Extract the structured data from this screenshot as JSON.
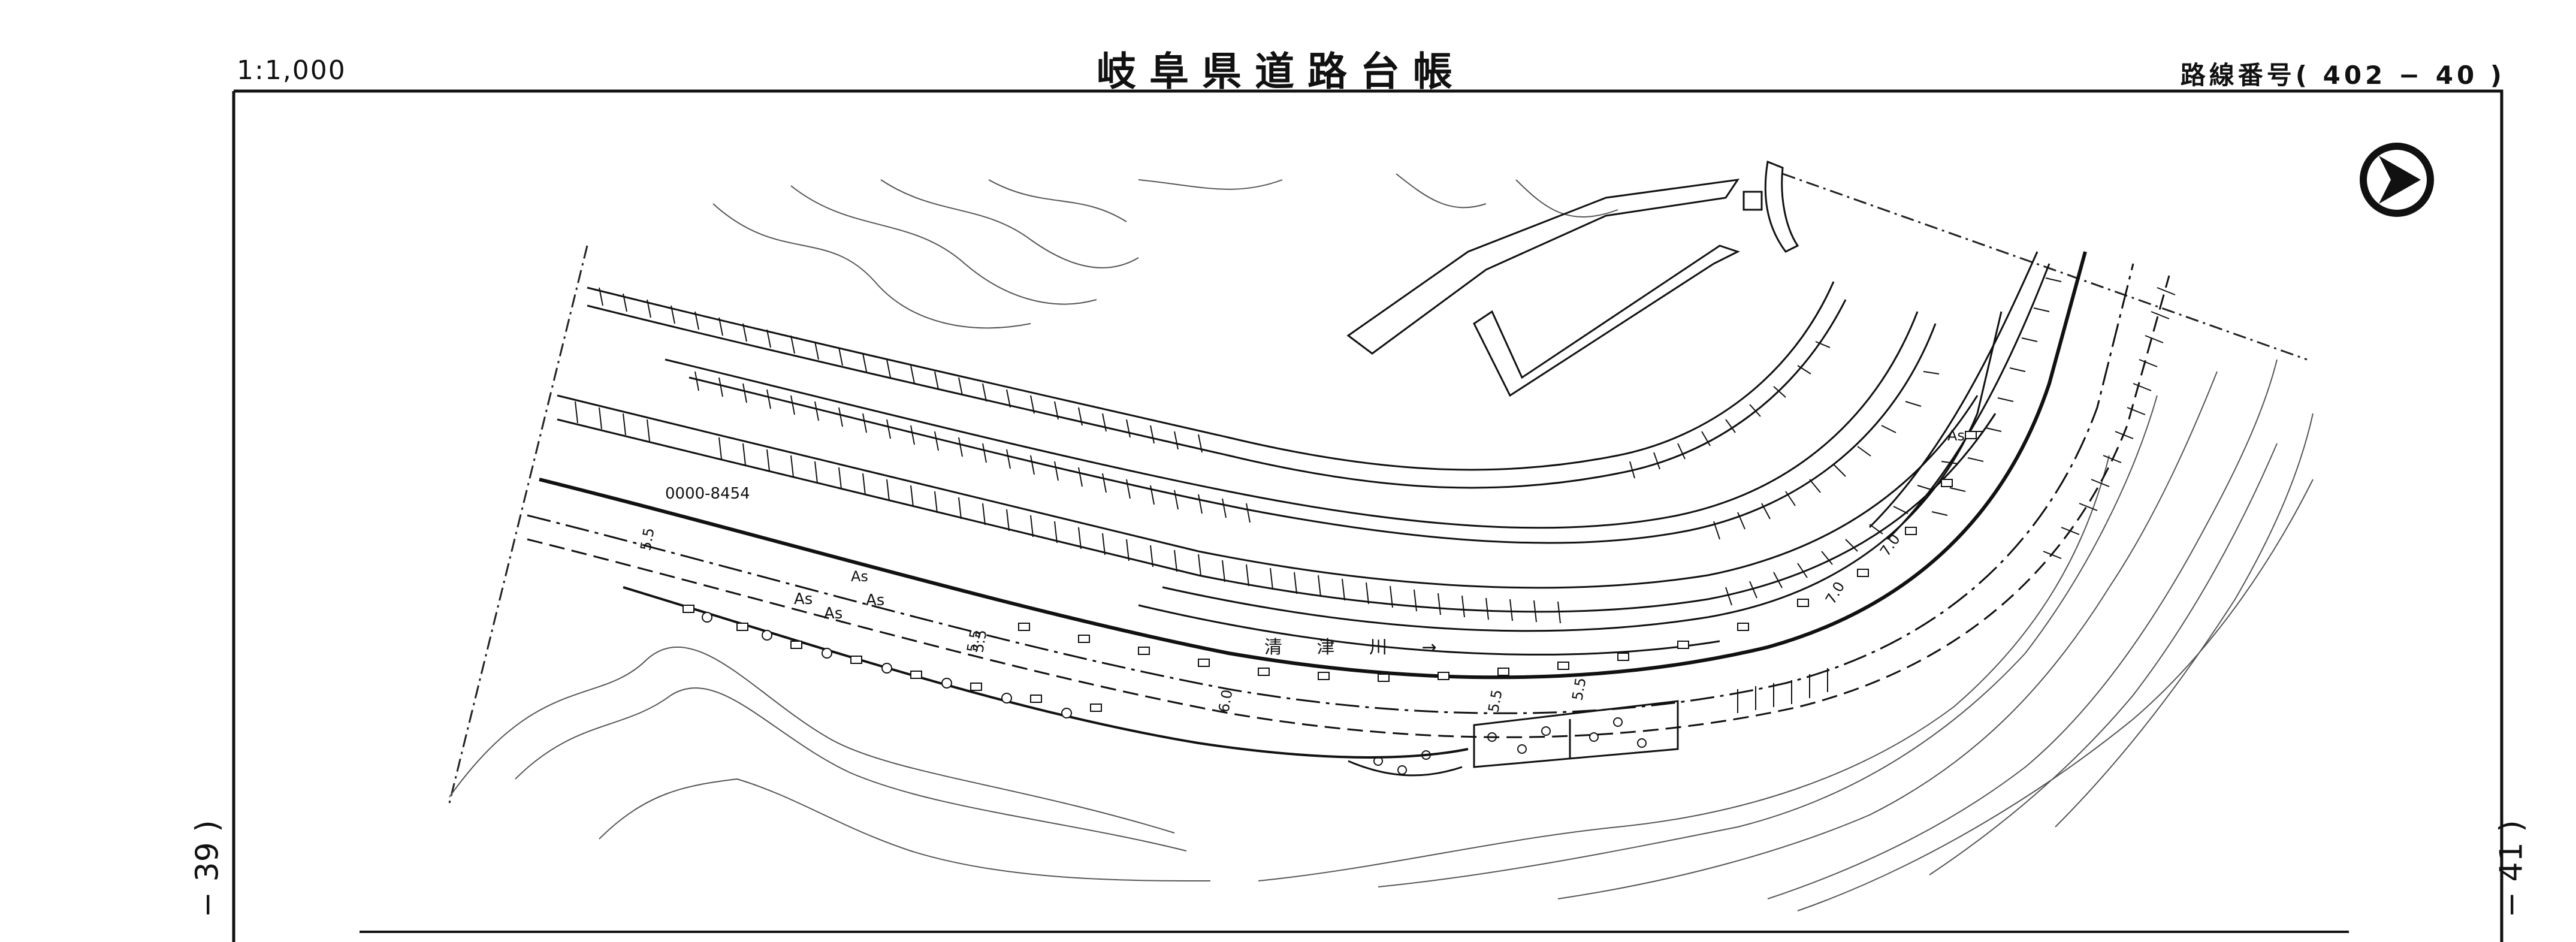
{
  "header": {
    "scale": "1:1,000",
    "title": "岐阜県道路台帳",
    "route_number": "路線番号( 402 − 40 )"
  },
  "sheet_refs": {
    "previous": "− 39 )",
    "next": "− 41 )"
  },
  "map": {
    "north_arrow": "north-arrow-icon",
    "river_name": "清 津 川 →",
    "point_code": "0000-8454",
    "surface_labels": [
      "As",
      "As",
      "As",
      "As",
      "As"
    ],
    "width_labels": [
      "5.5",
      "5.5",
      "5.5",
      "6.0",
      "5.5",
      "5.5",
      "7.0",
      "7.0"
    ]
  }
}
